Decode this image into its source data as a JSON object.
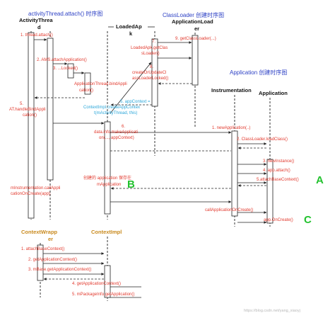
{
  "titles": {
    "attach": "activityThread.attach() 时序图",
    "classloader": "ClassLoader 创建时序图",
    "application": "Application 创建时序图"
  },
  "lifelines": {
    "activity_thread": [
      "ActivityThrea",
      "d"
    ],
    "loaded_apk": [
      "LoadedAp",
      "k"
    ],
    "application_loader": [
      "ApplicationLoad",
      "er"
    ],
    "instrumentation": "Instrumentation",
    "application": "Application",
    "context_wrapper": [
      "ContextWrapp",
      "er"
    ],
    "context_impl": "ContextImpl"
  },
  "messages": {
    "m1": "1. thread.attach()",
    "m2": "2. AMS.attachApplication()",
    "m3": "3. ...Locked()",
    "m4": [
      "ApplicationThread.bindAppli",
      "cation()"
    ],
    "m5": [
      "5.",
      "AT.handleBindAppli",
      "cation()"
    ],
    "m6": [
      "6.",
      "data.info.makeApplicati",
      "on(..., appContext)"
    ],
    "c5": [
      "5. appContext =",
      "ContextImpl.createAppContex",
      "t(mActivityThread, this)"
    ],
    "cl9": "9. getClassLoader(...)",
    "cl7": [
      "7.",
      "LoadedApk.getClas",
      "sLoader()"
    ],
    "cl8": [
      "8.",
      "createOrUpdateCl",
      "assLoaderLocked()"
    ],
    "ap1": "1. newApplication(..)",
    "ap2": "2. ClassLoader.loadClass()",
    "ap3": "3. newInstance()",
    "ap4": "4. app.attach()",
    "ap5": "5.attachBaseContext()",
    "created": [
      "创建的 application 保存在",
      "mApplication"
    ],
    "minst": [
      "mInstrumentation.callAppli",
      "cationOnCreate(app)"
    ],
    "call_on_create": "callApplicationOnCreate()",
    "app_on_create": "app.OnCreate()",
    "cw1": "1. attachBaseContext()",
    "cw2": "2. getApplicationContext()",
    "cw3": "3. mBase.getApplicationContext()",
    "cw4": "4. getApplicationContext()",
    "cw5": "5. mPackageInfo.getApplication()"
  },
  "markers": {
    "a": "A",
    "b": "B",
    "c": "C"
  },
  "watermark": "https://blog.csdn.net/yang_xiaoyj",
  "colors": {
    "message": "#e23a2e",
    "context": "#2aa6d9",
    "title": "#2b3fc4",
    "marker": "#22c22e",
    "header2": "#c98a1e"
  }
}
